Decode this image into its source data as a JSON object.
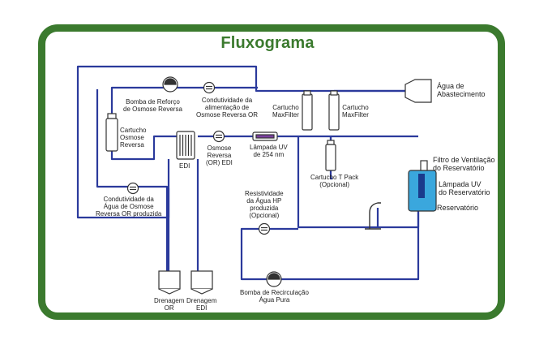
{
  "title": "Fluxograma",
  "labels": {
    "agua_abastecimento": [
      "Água de",
      "Abastecimento"
    ],
    "bomba_reforco": [
      "Bomba de Reforço",
      "de Osmose Reversa"
    ],
    "condutividade_alimentacao": [
      "Condutividade da",
      "alimentação de",
      "Osmose Reversa OR"
    ],
    "cartucho_maxfilter_1": [
      "Cartucho",
      "MaxFilter"
    ],
    "cartucho_maxfilter_2": [
      "Cartucho",
      "MaxFilter"
    ],
    "cartucho_osmose": [
      "Cartucho",
      "Osmose",
      "Reversa"
    ],
    "osmose_edi": [
      "Osmose",
      "Reversa",
      "(OR) EDI"
    ],
    "lampada_uv_254": [
      "Lâmpada UV",
      "de 254 nm"
    ],
    "edi": "EDI",
    "cartucho_tpack": [
      "Cartucho T Pack",
      "(Opcional)"
    ],
    "filtro_ventilacao": [
      "Filtro de Ventilação",
      "do Reservatório"
    ],
    "lampada_uv_reservatorio": [
      "Lâmpada UV",
      "do Reservatório"
    ],
    "reservatorio": "Reservatório",
    "condutividade_agua_or": [
      "Condutividade da",
      "Água de Osmose",
      "Reversa OR produzida"
    ],
    "resistividade_hp": [
      "Resistividade",
      "da Água HP",
      "produzida",
      "(Opcional)"
    ],
    "bomba_recirculacao": [
      "Bomba de Recirculação",
      "Água Pura"
    ],
    "drenagem_or": [
      "Drenagem",
      "OR"
    ],
    "drenagem_edi": [
      "Drenagem",
      "EDI"
    ]
  },
  "colors": {
    "frame": "#3b7a2e",
    "pipe": "#2b3a9c",
    "component_stroke": "#333333",
    "reservoir_fill": "#3aa7dd"
  }
}
